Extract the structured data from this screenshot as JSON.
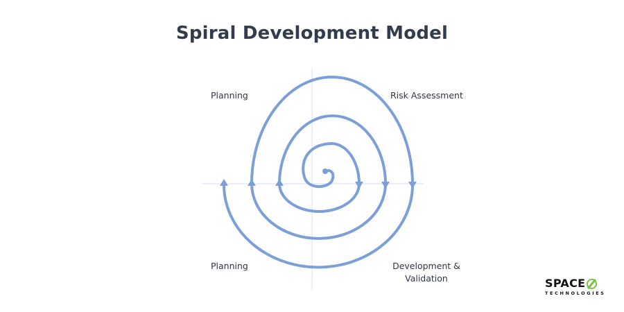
{
  "title": "Spiral Development Model",
  "quadrants": {
    "top_left": "Planning",
    "top_right": "Risk Assessment",
    "bottom_left": "Planning",
    "bottom_right_line1": "Development &",
    "bottom_right_line2": "Validation"
  },
  "logo": {
    "main": "SPACE",
    "sub": "TECHNOLOGIES",
    "accent_color": "#7ac142"
  },
  "colors": {
    "spiral": "#7b9fd6",
    "axis": "#dbe4f2",
    "title": "#333c4d",
    "text": "#2f3542"
  }
}
